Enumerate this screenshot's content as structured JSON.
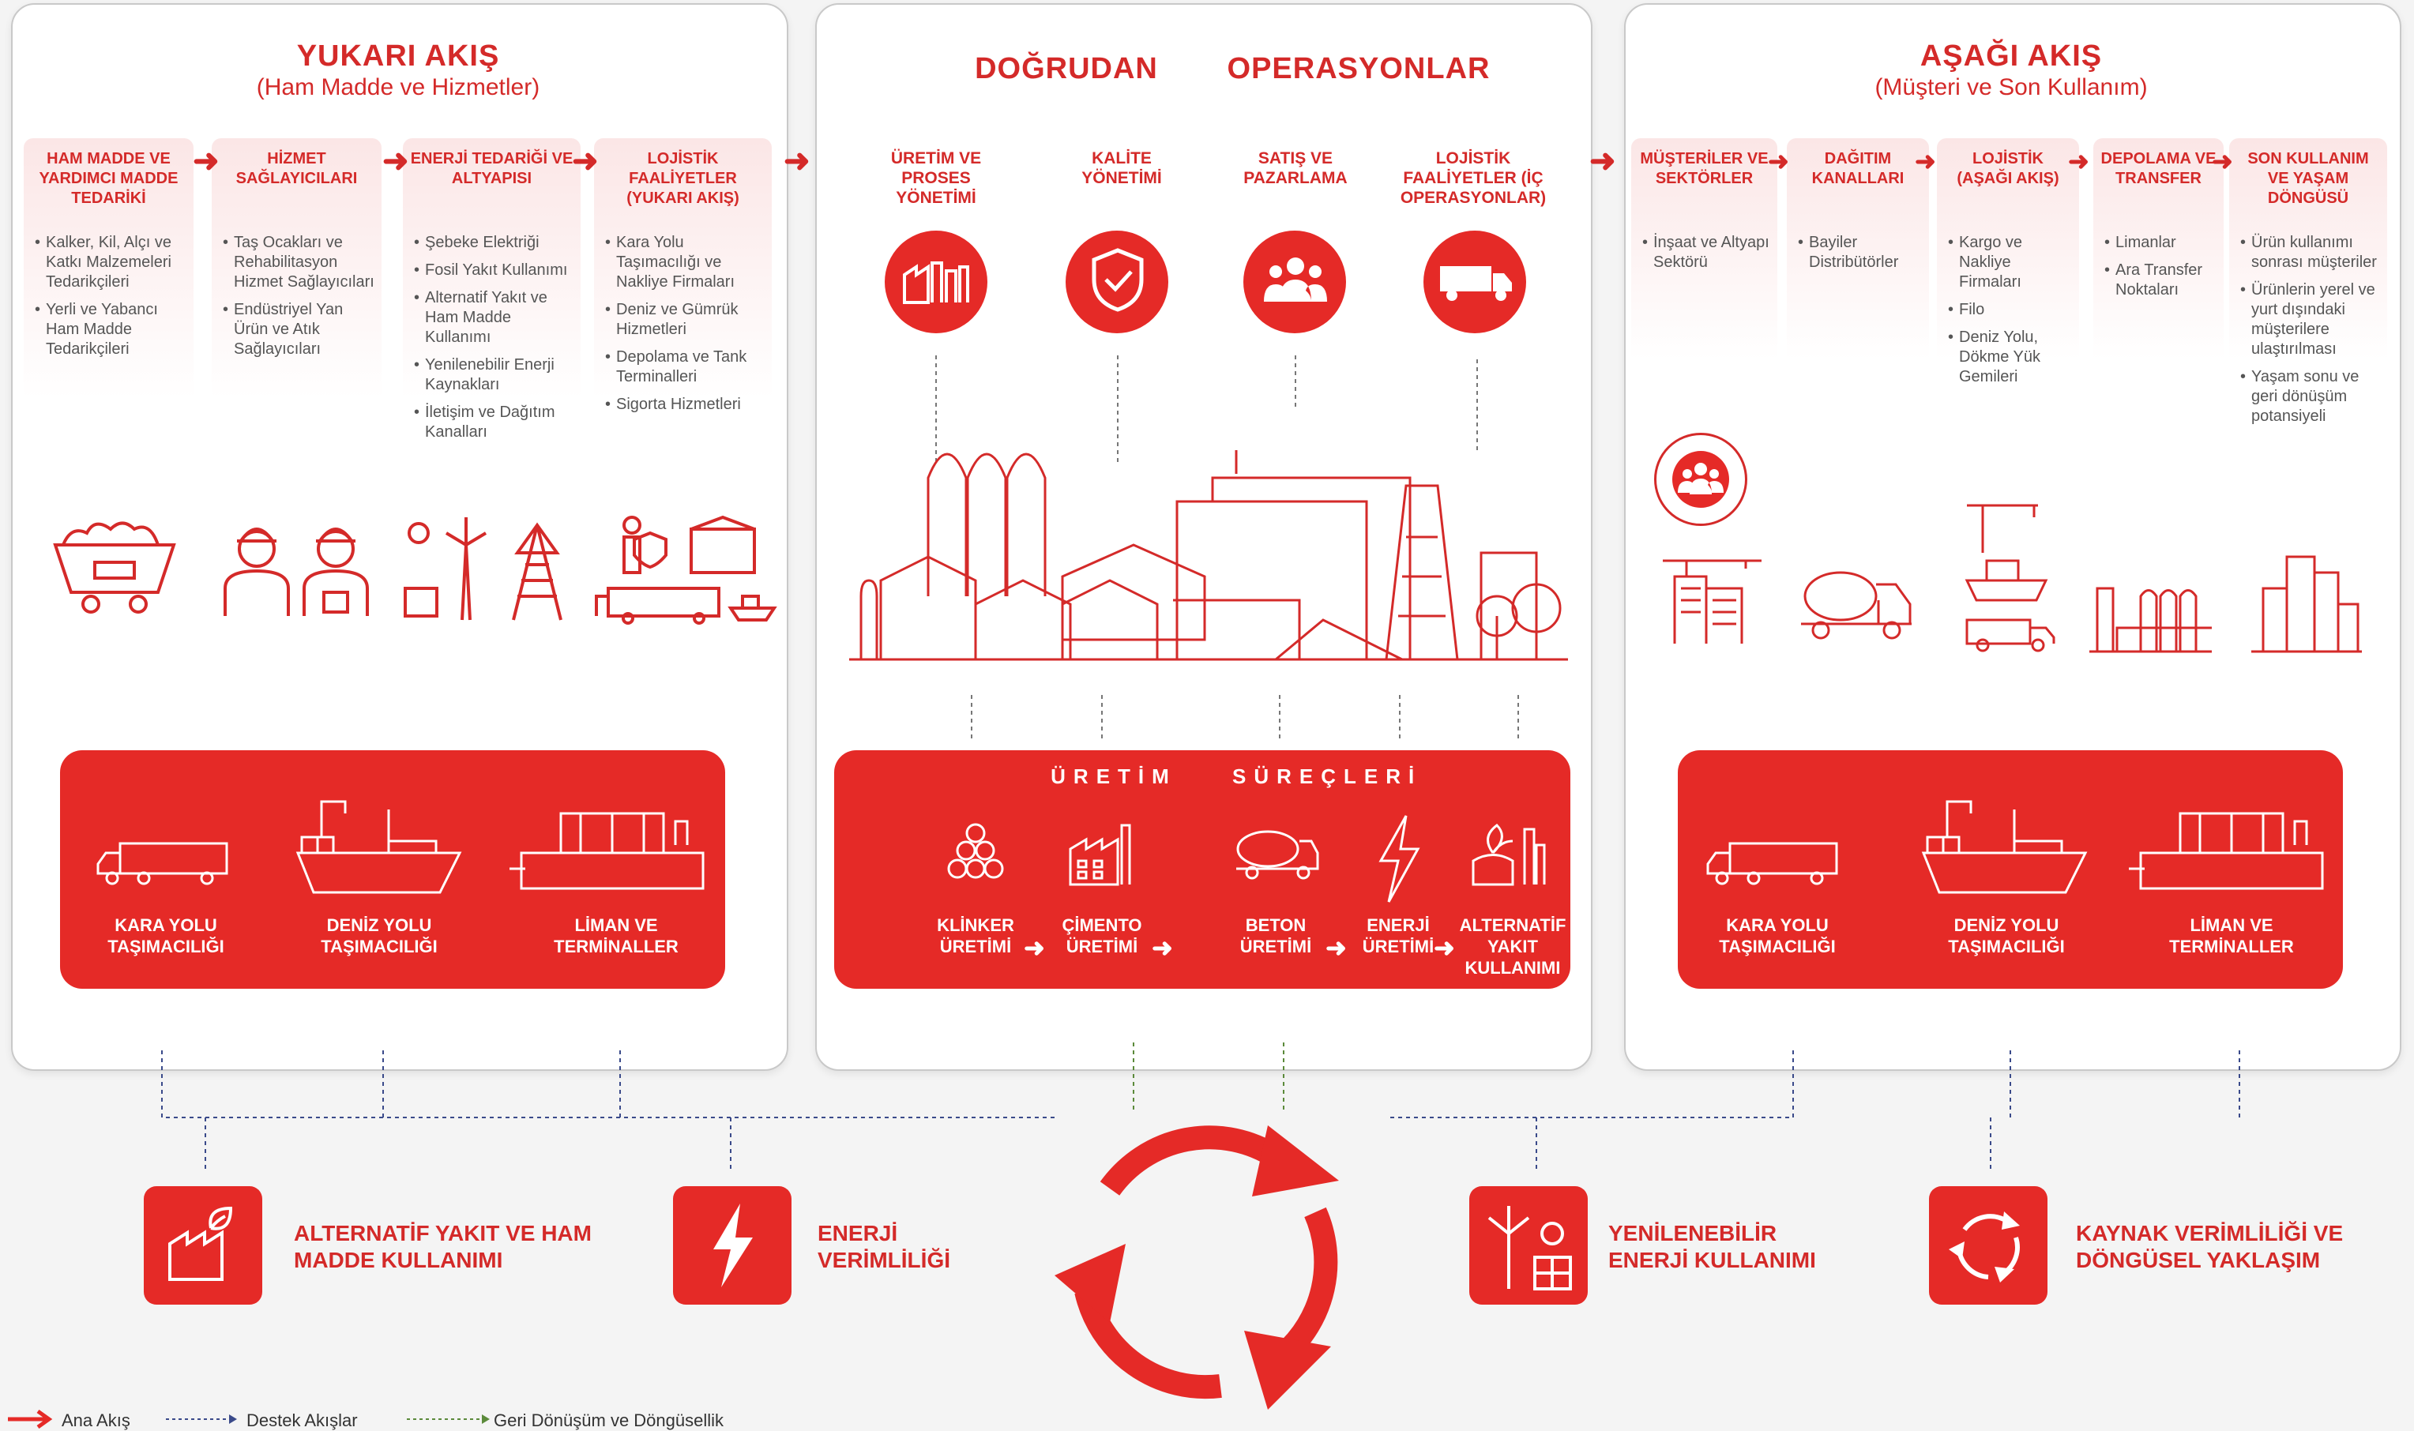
{
  "upstream": {
    "title": "YUKARI AKIŞ",
    "subtitle": "(Ham Madde ve Hizmetler)",
    "columns": [
      {
        "label": "HAM MADDE VE YARDIMCI MADDE TEDARİKİ",
        "items": [
          "Kalker, Kil, Alçı ve Katkı Malzemeleri Tedarikçileri",
          "Yerli ve Yabancı Ham Madde Tedarikçileri"
        ]
      },
      {
        "label": "HİZMET SAĞLAYICILARI",
        "items": [
          "Taş Ocakları ve Rehabilitasyon Hizmet Sağlayıcıları",
          "Endüstriyel Yan Ürün ve Atık Sağlayıcıları"
        ]
      },
      {
        "label": "ENERJİ TEDARİĞİ VE ALTYAPISI",
        "items": [
          "Şebeke Elektriği",
          "Fosil Yakıt Kullanımı",
          "Alternatif Yakıt ve Ham Madde Kullanımı",
          "Yenilenebilir Enerji Kaynakları",
          "İletişim ve Dağıtım Kanalları"
        ]
      },
      {
        "label": "LOJİSTİK FAALİYETLER (YUKARI AKIŞ)",
        "items": [
          "Kara Yolu Taşımacılığı ve Nakliye Firmaları",
          "Deniz ve Gümrük Hizmetleri",
          "Depolama ve Tank Terminalleri",
          "Sigorta Hizmetleri"
        ]
      }
    ],
    "logistics": [
      "KARA YOLU TAŞIMACILIĞI",
      "DENİZ YOLU TAŞIMACILIĞI",
      "LİMAN VE TERMİNALLER"
    ]
  },
  "operations": {
    "title_left": "DOĞRUDAN",
    "title_right": "OPERASYONLAR",
    "columns": [
      "ÜRETİM VE PROSES YÖNETİMİ",
      "KALİTE YÖNETİMİ",
      "SATIŞ VE PAZARLAMA",
      "LOJİSTİK FAALİYETLER (İÇ OPERASYONLAR)"
    ],
    "process_title_left": "ÜRETİM",
    "process_title_right": "SÜREÇLERİ",
    "processes": [
      "KLİNKER ÜRETİMİ",
      "ÇİMENTO ÜRETİMİ",
      "BETON ÜRETİMİ",
      "ENERJİ ÜRETİMİ",
      "ALTERNATİF YAKIT KULLANIMI"
    ]
  },
  "downstream": {
    "title": "AŞAĞI AKIŞ",
    "subtitle": "(Müşteri ve Son Kullanım)",
    "columns": [
      {
        "label": "MÜŞTERİLER VE SEKTÖRLER",
        "items": [
          "İnşaat ve Altyapı Sektörü"
        ]
      },
      {
        "label": "DAĞITIM KANALLARI",
        "items": [
          "Bayiler Distribütörler"
        ]
      },
      {
        "label": "LOJİSTİK (AŞAĞI AKIŞ)",
        "items": [
          "Kargo ve Nakliye Firmaları",
          "Filo",
          "Deniz Yolu, Dökme Yük Gemileri"
        ]
      },
      {
        "label": "DEPOLAMA VE TRANSFER",
        "items": [
          "Limanlar",
          "Ara Transfer Noktaları"
        ]
      },
      {
        "label": "SON KULLANIM VE YAŞAM DÖNGÜSÜ",
        "items": [
          "Ürün kullanımı sonrası müşteriler",
          "Ürünlerin yerel ve yurt dışındaki müşterilere ulaştırılması",
          "Yaşam sonu ve geri dönüşüm potansiyeli"
        ]
      }
    ],
    "logistics": [
      "KARA YOLU TAŞIMACILIĞI",
      "DENİZ YOLU TAŞIMACILIĞI",
      "LİMAN VE TERMİNALLER"
    ]
  },
  "bottom": [
    "ALTERNATİF YAKIT VE HAM MADDE KULLANIMI",
    "ENERJİ VERİMLİLİĞİ",
    "YENİLENEBİLİR ENERJİ KULLANIMI",
    "KAYNAK VERİMLİLİĞİ VE DÖNGÜSEL YAKLAŞIM"
  ],
  "legend": [
    "Ana Akış",
    "Destek Akışlar",
    "Geri Dönüşüm ve Döngüsellik"
  ],
  "colors": {
    "accent": "#e52a27",
    "text": "#d42a29",
    "support": "#3a4a8a",
    "recycle": "#5b8a3a"
  }
}
